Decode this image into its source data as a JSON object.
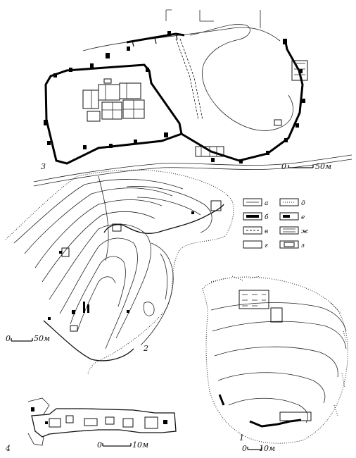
{
  "plans": [
    {
      "number": "3",
      "scale": {
        "zero": "0",
        "label": "50м"
      }
    },
    {
      "number": "2",
      "scale": {
        "zero": "0",
        "label": "50м"
      }
    },
    {
      "number": "1",
      "scale": {
        "zero": "0",
        "label": "10м"
      }
    },
    {
      "number": "4",
      "scale": {
        "zero": "0",
        "label": "10м"
      }
    }
  ],
  "legend": {
    "items": [
      {
        "key": "а"
      },
      {
        "key": "д"
      },
      {
        "key": "б"
      },
      {
        "key": "е"
      },
      {
        "key": "в"
      },
      {
        "key": "ж"
      },
      {
        "key": "г"
      },
      {
        "key": "з"
      }
    ]
  }
}
